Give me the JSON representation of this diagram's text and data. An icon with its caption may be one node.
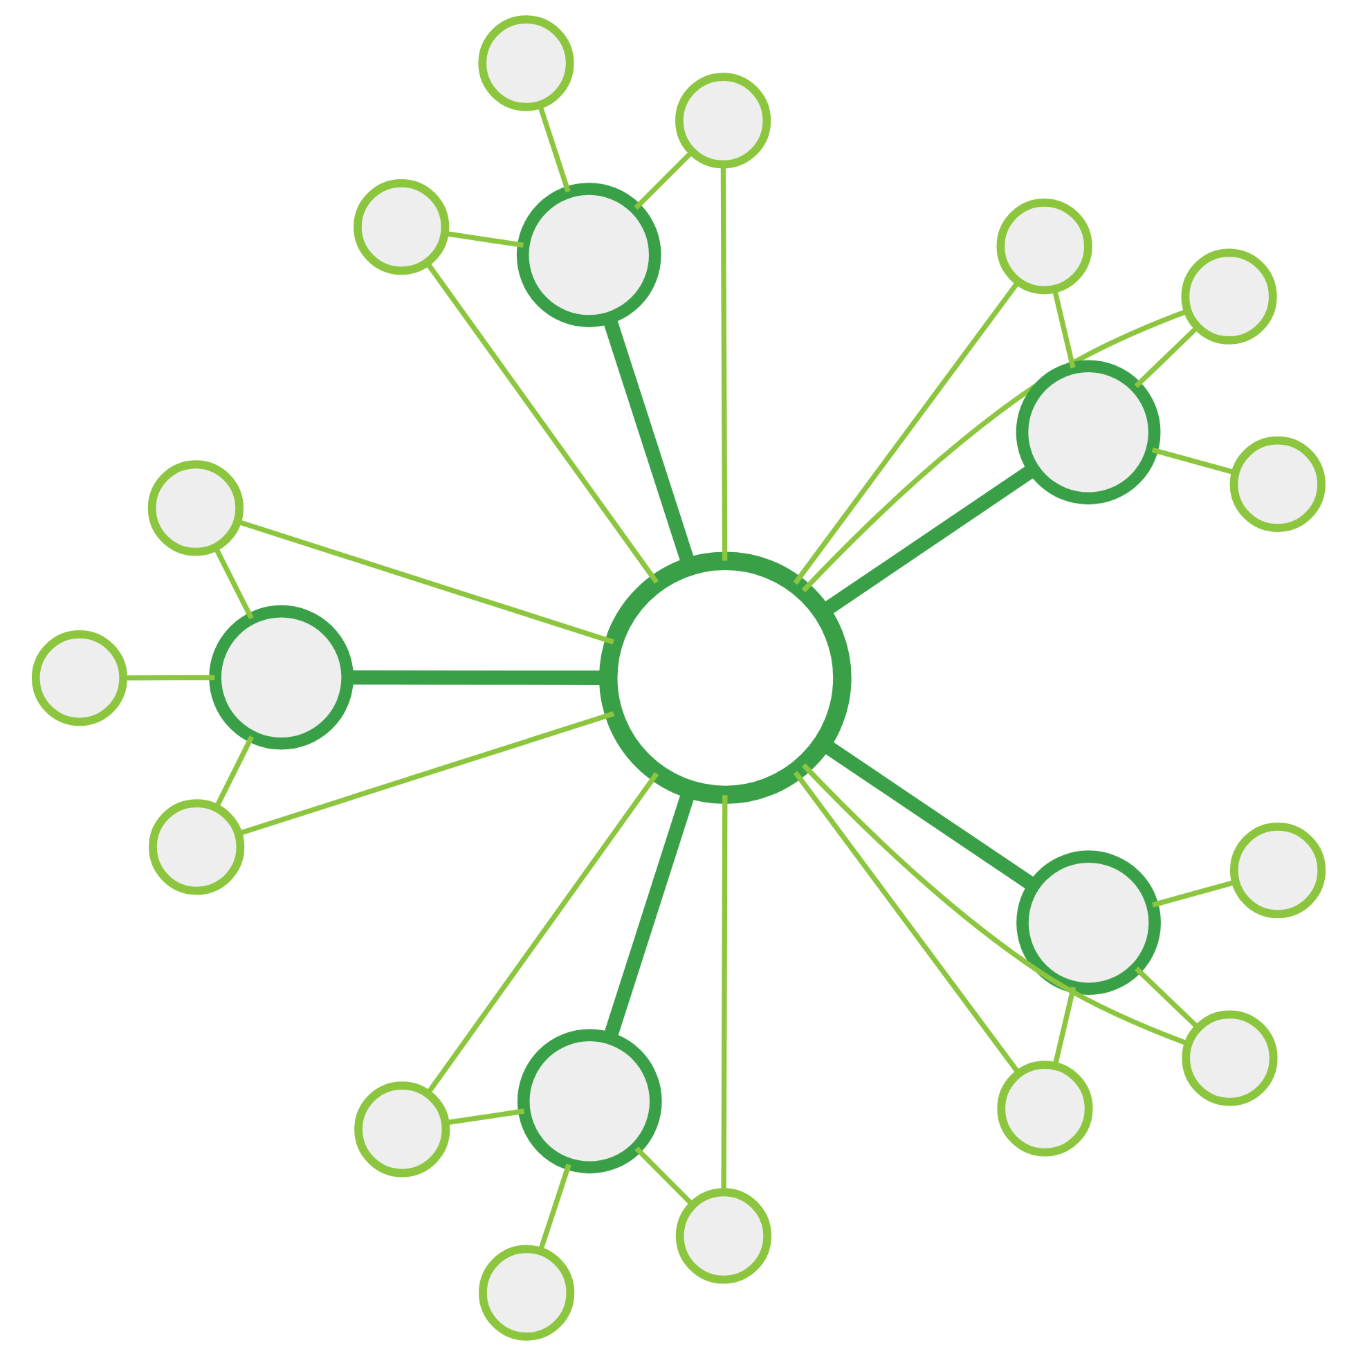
{
  "diagram": {
    "nodes": [
      {
        "text": [],
        "shape": "person"
      },
      {
        "text": [],
        "shape": "person"
      },
      {
        "text": [],
        "shape": "person"
      },
      {
        "text": [],
        "shape": "person"
      },
      {
        "text": [],
        "shape": "person"
      },
      {
        "text": [],
        "shape": "person"
      },
      {
        "text": [],
        "shape": "person"
      },
      {
        "text": [],
        "shape": "person"
      },
      {
        "text": [],
        "shape": "person"
      },
      {
        "text": [],
        "shape": "person"
      },
      {
        "text": [],
        "shape": "person"
      },
      {
        "text": [],
        "shape": "person"
      },
      {
        "text": [],
        "shape": "circle"
      },
      {
        "text": [],
        "shape": "person"
      },
      {
        "text": [],
        "shape": "person"
      },
      {
        "text": [],
        "shape": "person"
      },
      {
        "text": [],
        "shape": "person"
      },
      {
        "text": [],
        "shape": "person"
      },
      {
        "text": [],
        "shape": "person"
      },
      {
        "text": [],
        "shape": "person"
      },
      {
        "text": [],
        "shape": "person"
      }
    ],
    "edges": [
      {
        "from": 12,
        "to": 3,
        "arrow": "none",
        "style": "thick",
        "color": "#3aa048"
      },
      {
        "from": 12,
        "to": 8,
        "arrow": "none",
        "style": "thick",
        "color": "#3aa048"
      },
      {
        "from": 12,
        "to": 9,
        "arrow": "none",
        "style": "thick",
        "color": "#3aa048"
      },
      {
        "from": 12,
        "to": 14,
        "arrow": "none",
        "style": "thick",
        "color": "#3aa048"
      },
      {
        "from": 12,
        "to": 15,
        "arrow": "none",
        "style": "thick",
        "color": "#3aa048"
      },
      {
        "from": 3,
        "to": 0,
        "arrow": "none"
      },
      {
        "from": 3,
        "to": 1,
        "arrow": "none"
      },
      {
        "from": 3,
        "to": 2,
        "arrow": "none"
      },
      {
        "from": 1,
        "to": 12,
        "arrow": "none"
      },
      {
        "from": 2,
        "to": 12,
        "arrow": "none"
      },
      {
        "from": 8,
        "to": 4,
        "arrow": "none"
      },
      {
        "from": 8,
        "to": 6,
        "arrow": "none"
      },
      {
        "from": 8,
        "to": 10,
        "arrow": "none"
      },
      {
        "from": 4,
        "to": 12,
        "arrow": "none"
      },
      {
        "from": 10,
        "to": 12,
        "arrow": "none"
      },
      {
        "from": 9,
        "to": 5,
        "arrow": "none"
      },
      {
        "from": 9,
        "to": 7,
        "arrow": "none"
      },
      {
        "from": 9,
        "to": 11,
        "arrow": "none"
      },
      {
        "from": 5,
        "to": 12,
        "arrow": "none"
      },
      {
        "from": 11,
        "to": 12,
        "arrow": "none"
      },
      {
        "from": 14,
        "to": 13,
        "arrow": "none"
      },
      {
        "from": 14,
        "to": 17,
        "arrow": "none"
      },
      {
        "from": 14,
        "to": 19,
        "arrow": "none"
      },
      {
        "from": 13,
        "to": 12,
        "arrow": "none"
      },
      {
        "from": 19,
        "to": 12,
        "arrow": "none"
      },
      {
        "from": 15,
        "to": 16,
        "arrow": "none"
      },
      {
        "from": 15,
        "to": 18,
        "arrow": "none"
      },
      {
        "from": 15,
        "to": 20,
        "arrow": "none"
      },
      {
        "from": 16,
        "to": 12,
        "arrow": "none"
      },
      {
        "from": 20,
        "to": 12,
        "arrow": "none"
      }
    ]
  }
}
